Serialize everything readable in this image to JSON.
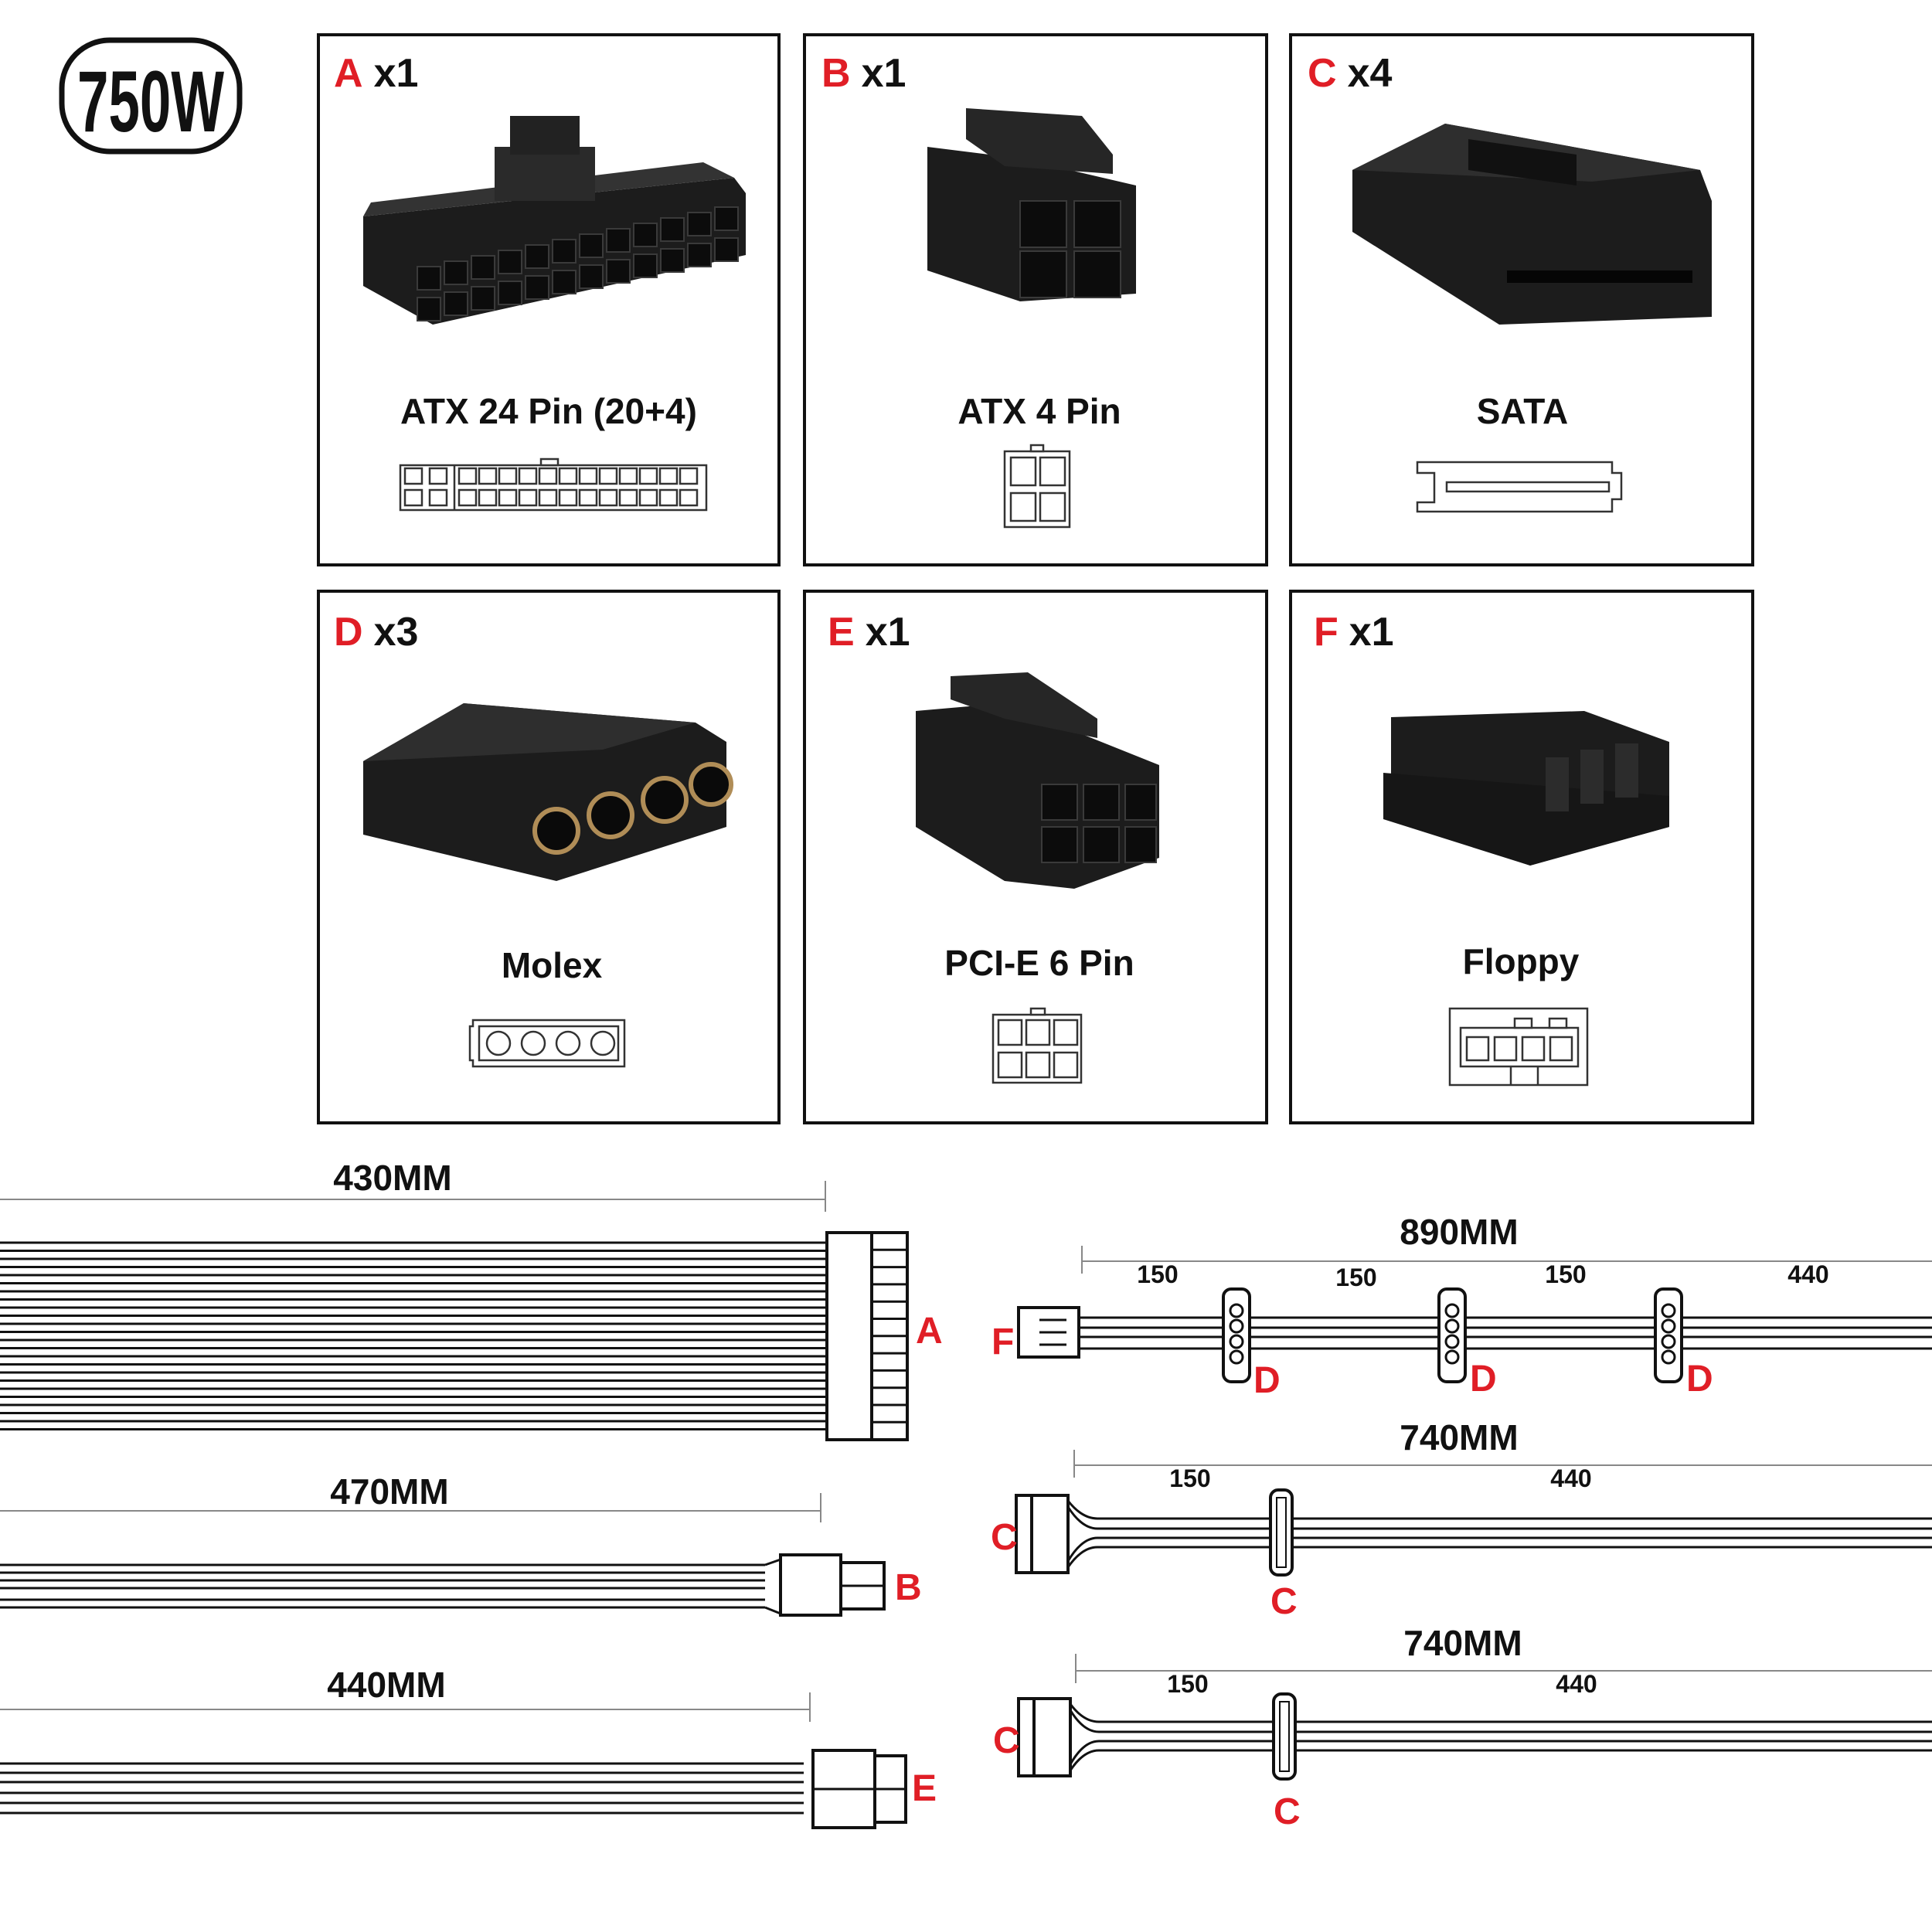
{
  "badge": "750W",
  "colors": {
    "accent": "#e01e26",
    "ink": "#111111",
    "connector": "#1c1c1c"
  },
  "connectors": [
    {
      "letter": "A",
      "qty": "x1",
      "name": "ATX 24 Pin (20+4)"
    },
    {
      "letter": "B",
      "qty": "x1",
      "name": "ATX 4 Pin"
    },
    {
      "letter": "C",
      "qty": "x4",
      "name": "SATA"
    },
    {
      "letter": "D",
      "qty": "x3",
      "name": "Molex"
    },
    {
      "letter": "E",
      "qty": "x1",
      "name": "PCI-E 6 Pin"
    },
    {
      "letter": "F",
      "qty": "x1",
      "name": "Floppy"
    }
  ],
  "cables": {
    "atx24": {
      "length": "430MM",
      "end": "A"
    },
    "atx4": {
      "length": "470MM",
      "end": "B"
    },
    "pcie": {
      "length": "440MM",
      "end": "E"
    },
    "molex_floppy": {
      "length": "890MM",
      "segments": [
        "150",
        "150",
        "150",
        "440"
      ],
      "start": "F",
      "taps": [
        "D",
        "D",
        "D"
      ]
    },
    "sata1": {
      "length": "740MM",
      "segments": [
        "150",
        "440"
      ],
      "start": "C",
      "taps": [
        "C"
      ]
    },
    "sata2": {
      "length": "740MM",
      "segments": [
        "150",
        "440"
      ],
      "start": "C",
      "taps": [
        "C"
      ]
    }
  }
}
